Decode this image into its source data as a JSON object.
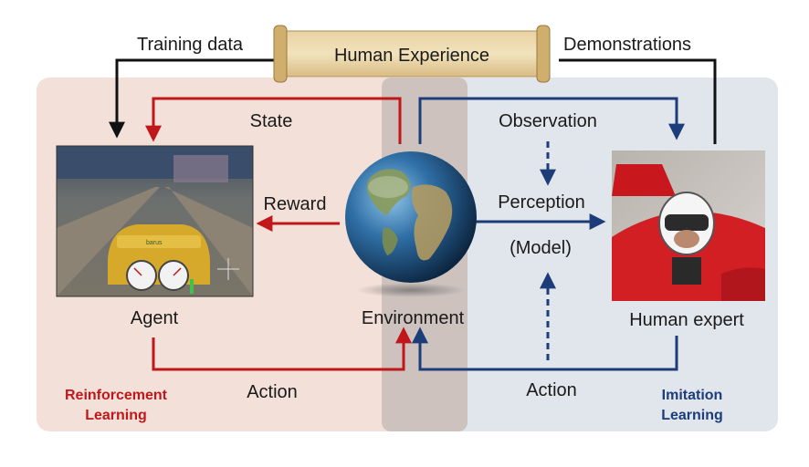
{
  "diagram": {
    "scroll_title": "Human Experience",
    "training_data": "Training data",
    "demonstrations": "Demonstrations",
    "state": "State",
    "reward": "Reward",
    "observation": "Observation",
    "perception": "Perception",
    "model": "(Model)",
    "agent": "Agent",
    "environment": "Environment",
    "human_expert": "Human expert",
    "action_left": "Action",
    "action_right": "Action",
    "rl_line1": "Reinforcement",
    "rl_line2": "Learning",
    "il_line1": "Imitation",
    "il_line2": "Learning"
  },
  "colors": {
    "red": "#c0171b",
    "blue": "#1c3d7a",
    "rl_panel": "#f3e1d9",
    "il_panel": "#e1e5ec",
    "env_band": "#c9bcb6"
  }
}
